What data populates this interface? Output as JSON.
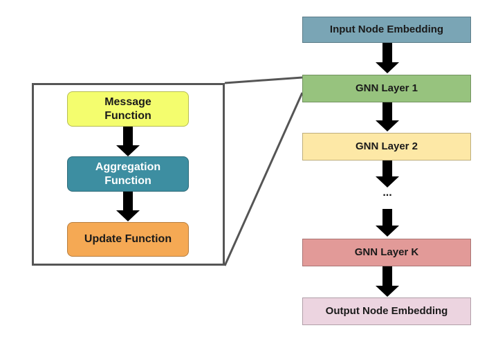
{
  "pipeline": {
    "input_label": "Input Node Embedding",
    "layer1_label": "GNN Layer 1",
    "layer2_label": "GNN Layer 2",
    "ellipsis": "...",
    "layerk_label": "GNN Layer K",
    "output_label": "Output Node Embedding"
  },
  "detail": {
    "message_label": "Message\nFunction",
    "aggregation_label": "Aggregation\nFunction",
    "update_label": "Update Function"
  },
  "colors": {
    "input": "#7aa5b5",
    "layer1": "#97c37e",
    "layer2": "#fde8a6",
    "layerk": "#e29a98",
    "output": "#ecd4e0",
    "message": "#f4fd6e",
    "aggregation": "#3d8ea1",
    "update": "#f5a954"
  }
}
